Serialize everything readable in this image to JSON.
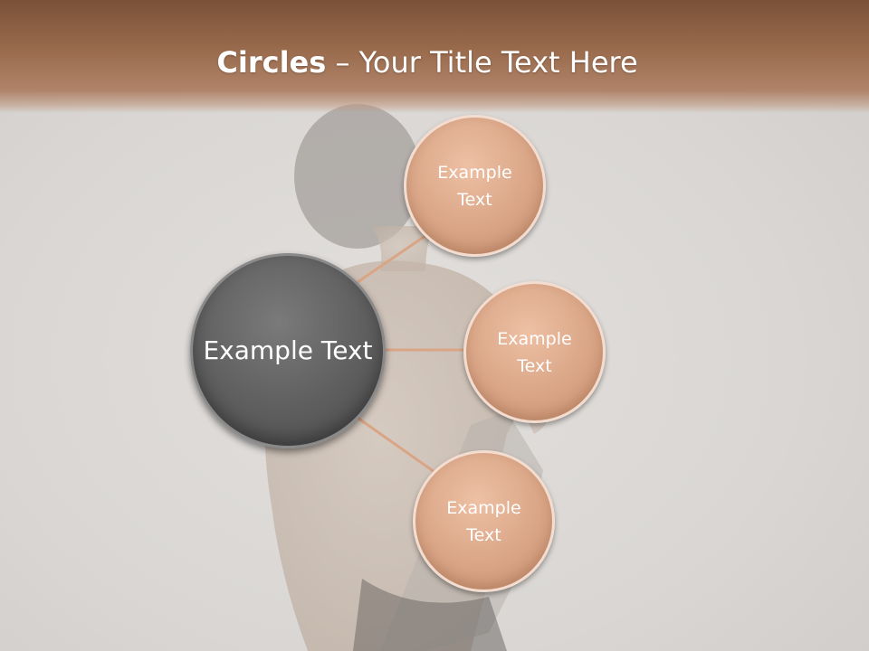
{
  "slide": {
    "title_bold": "Circles",
    "title_rest": " – Your Title Text Here"
  },
  "diagram": {
    "center_label": "Example Text",
    "nodes": [
      {
        "label": "Example Text"
      },
      {
        "label": "Example Text"
      },
      {
        "label": "Example Text"
      }
    ]
  },
  "colors": {
    "header": "#9a6b4d",
    "node_fill": "#d9a586",
    "center_fill": "#5e5e5e",
    "connector": "#d9a586"
  }
}
